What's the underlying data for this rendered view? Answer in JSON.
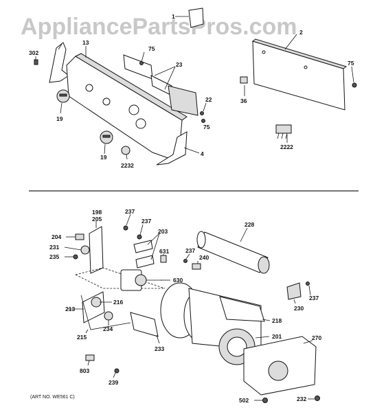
{
  "watermark": "AppliancePartsPros.com",
  "art_number": "(ART NO. WE561 C)",
  "upper_callouts": {
    "c1": "1",
    "c2": "2",
    "c302": "302",
    "c13": "13",
    "c75a": "75",
    "c23": "23",
    "c75b": "75",
    "c19a": "19",
    "c22": "22",
    "c75c": "75",
    "c36": "36",
    "c19b": "19",
    "c2232": "2232",
    "c4": "4",
    "c2222": "2222"
  },
  "lower_callouts": {
    "c198": "198",
    "c205": "205",
    "c237a": "237",
    "c237b": "237",
    "c228": "228",
    "c204": "204",
    "c203": "203",
    "c231": "231",
    "c631": "631",
    "c237c": "237",
    "c240": "240",
    "c235": "235",
    "c630": "630",
    "c213": "213",
    "c216": "216",
    "c237d": "237",
    "c230": "230",
    "c234": "234",
    "c218": "218",
    "c215": "215",
    "c201": "201",
    "c270": "270",
    "c233": "233",
    "c803": "803",
    "c239": "239",
    "c502": "502",
    "c232": "232"
  }
}
